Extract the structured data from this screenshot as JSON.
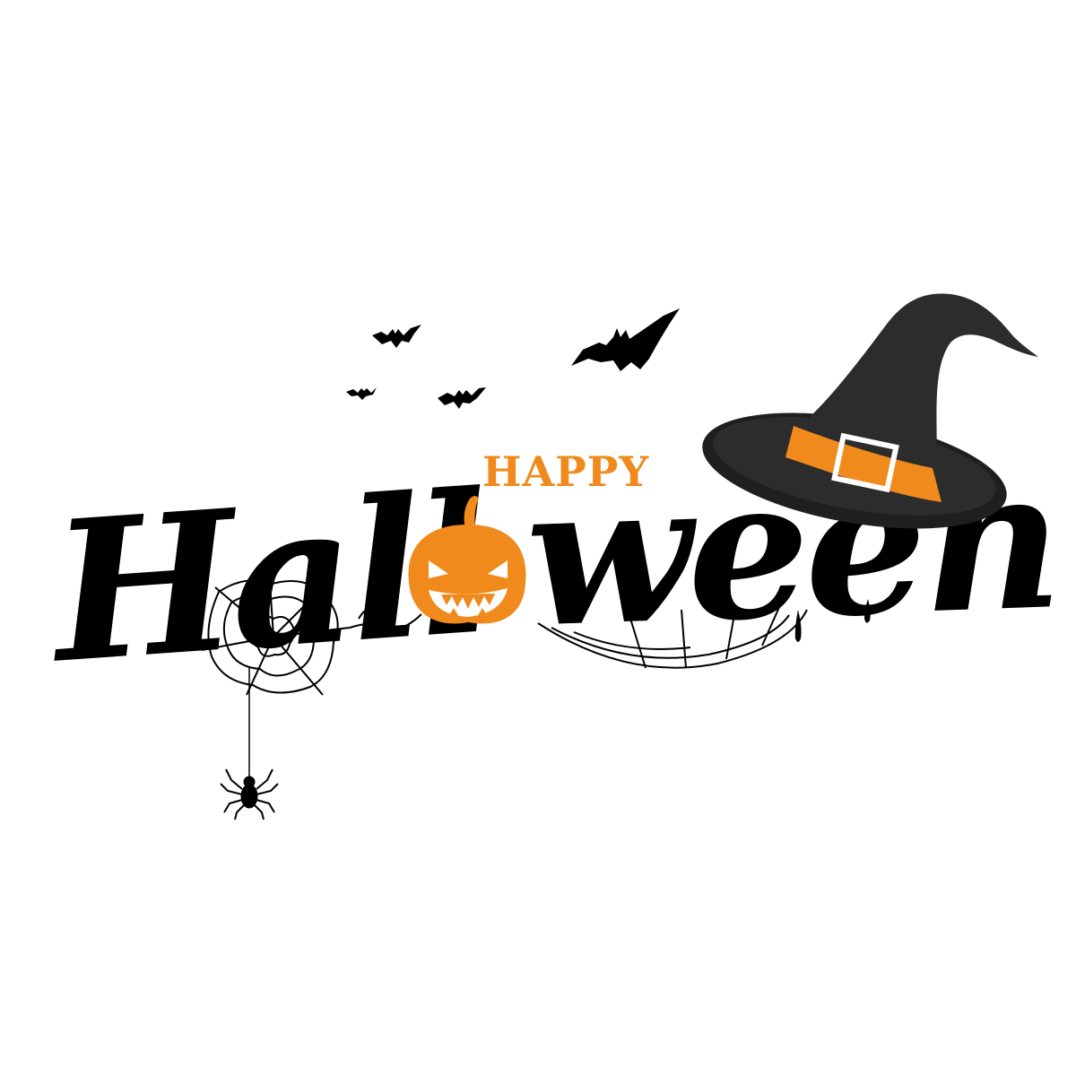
{
  "greeting": {
    "top_word": "HAPPY",
    "main_word_left": "Hall",
    "main_word_right": "ween"
  },
  "colors": {
    "background": "#ffffff",
    "ink": "#000000",
    "orange": "#f08a1c",
    "hat_body": "#2c2c2c",
    "hat_brim": "#1f1f1f",
    "buckle": "#ffffff"
  },
  "decorations": [
    "bat-icon",
    "witch-hat-icon",
    "jack-o-lantern-icon",
    "spider-web-icon",
    "spider-icon"
  ]
}
